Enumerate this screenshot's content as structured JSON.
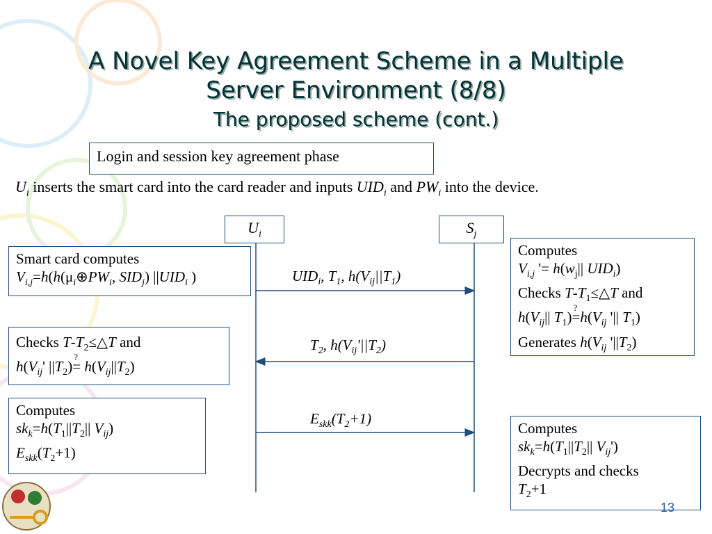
{
  "title_line1": "A Novel Key Agreement Scheme in a Multiple",
  "title_line2": "Server Environment (8/8)",
  "subtitle": "The proposed scheme (cont.)",
  "phase_label": "Login and session key agreement phase",
  "intro": {
    "u": "U",
    "u_sub": "i",
    "t1": " inserts the smart card into the card reader and inputs ",
    "uid": "UID",
    "uid_sub": "i",
    "and": " and ",
    "pw": "PW",
    "pw_sub": "i",
    "end": " into the device."
  },
  "participants": {
    "left": {
      "base": "U",
      "sub": "i"
    },
    "right": {
      "base": "S",
      "sub": "j"
    }
  },
  "messages": {
    "m1": "UID_i, T_1, h(V_ij||T_1)",
    "m2": "T_2, h(V_ij'||T_2)",
    "m3": "E_skk(T_2+1)"
  },
  "boxes": {
    "smartcard": {
      "line1": "Smart card computes",
      "line2": "V_i,j=h(h(μ_i⊕PW_i, SID_j) ||UID_i )"
    },
    "server_compute": {
      "line1": "Computes",
      "line2": "V_i,j '= h(w_j|| UID_i)",
      "line3": "Checks T-T_1≤△T and",
      "line4": "h(V_ij|| T_1)=h(V_ij '|| T_1)",
      "line5": "Generates h(V_ij '||T_2)"
    },
    "user_check": {
      "line1": "Checks T-T_2≤△T and",
      "line2": "h(V_ij' ||T_2)= h(V_ij||T_2)"
    },
    "user_compute": {
      "line1": "Computes",
      "line2": "sk_k=h(T_1||T_2|| V_ij)",
      "line3": "E_skk(T_2+1)"
    },
    "server_final": {
      "line1": "Computes",
      "line2": "sk_k=h(T_1||T_2|| V_ij')",
      "line3": "Decrypts and checks",
      "line4": "T_2+1"
    }
  },
  "page_number": "13",
  "colors": {
    "title": "#003333",
    "box_border": "#1f4e79",
    "arrow": "#1f4e79",
    "page_number": "#1f5fa8"
  }
}
